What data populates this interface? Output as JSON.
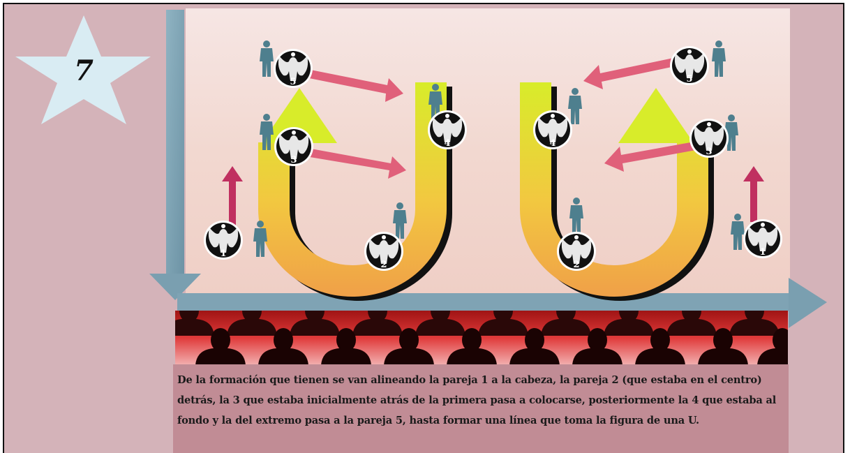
{
  "step_number": "7",
  "badges": [
    "5",
    "4",
    "3",
    "2",
    "1",
    "5",
    "4",
    "3",
    "2",
    "1"
  ],
  "description": "De la formación que tienen se van alineando la pareja 1 a la cabeza, la pareja 2 (que estaba en el centro) detrás, la 3 que estaba inicialmente atrás de la primera pasa a colocarse, posteriormente la 4 que estaba al fondo y la del extremo pasa a la pareja 5, hasta formar una línea que toma la figura de una U.",
  "colors": {
    "background": "#d4b3b9",
    "stage": "#f4dcd6",
    "star": "#d9ecf3",
    "axis_arrow": "#7a9fb0",
    "u_top": "#d8ec2a",
    "u_bottom": "#f0a048",
    "pink_arrow": "#e0607a",
    "crimson_arrow": "#c03060",
    "man_figure": "#4e7f8e",
    "badge_bg": "#111111",
    "audience_red": "#d42a2a",
    "caption_box": "#c18c95"
  },
  "icons": [
    "star-icon",
    "man-silhouette-icon",
    "woman-silhouette-badge-icon",
    "audience-silhouettes-icon"
  ]
}
